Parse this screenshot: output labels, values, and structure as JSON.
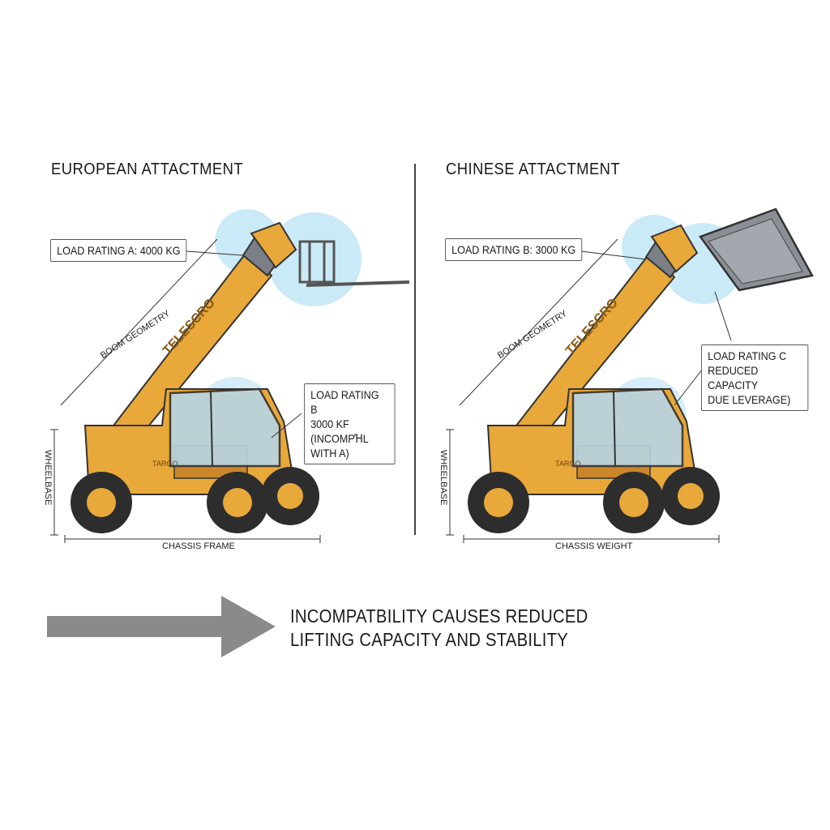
{
  "panels": [
    {
      "title": "EUROPEAN ATTACTMENT",
      "attachment": "forks",
      "callouts": [
        "LOAD RATING A: 4000 KG",
        "LOAD RATING B\n3000 KF\n(INCOMPꞪL WITH A)"
      ],
      "boom_brand": "TELESCRO",
      "body_text": "TARGO",
      "boom_dim": "BOOM GEOMETRY",
      "side_dim": "WHEELBASE",
      "bottom_dim": "CHASSIS FRAME"
    },
    {
      "title": "CHINESE ATTACTMENT",
      "attachment": "bucket",
      "callouts": [
        "LOAD RATING B: 3000 KG",
        "LOAD RATING C\nREDUCED CAPACITY\nDUE LEVERAGE)"
      ],
      "boom_brand": "TELESCRO",
      "body_text": "TARGO",
      "boom_dim": "BOOM GEOMETRY",
      "side_dim": "WHEELBASE",
      "bottom_dim": "CHASSIS WEIGHT"
    }
  ],
  "footer": {
    "line1": "INCOMPATBILITY CAUSES REDUCED",
    "line2": "LIFTING CAPACITY AND STABILITY"
  },
  "colors": {
    "machine_body": "#e8a83a",
    "machine_shade": "#c9862a",
    "tire": "#2d2d2d",
    "highlight": "#a9dcf2",
    "arrow": "#8a8a8a"
  }
}
